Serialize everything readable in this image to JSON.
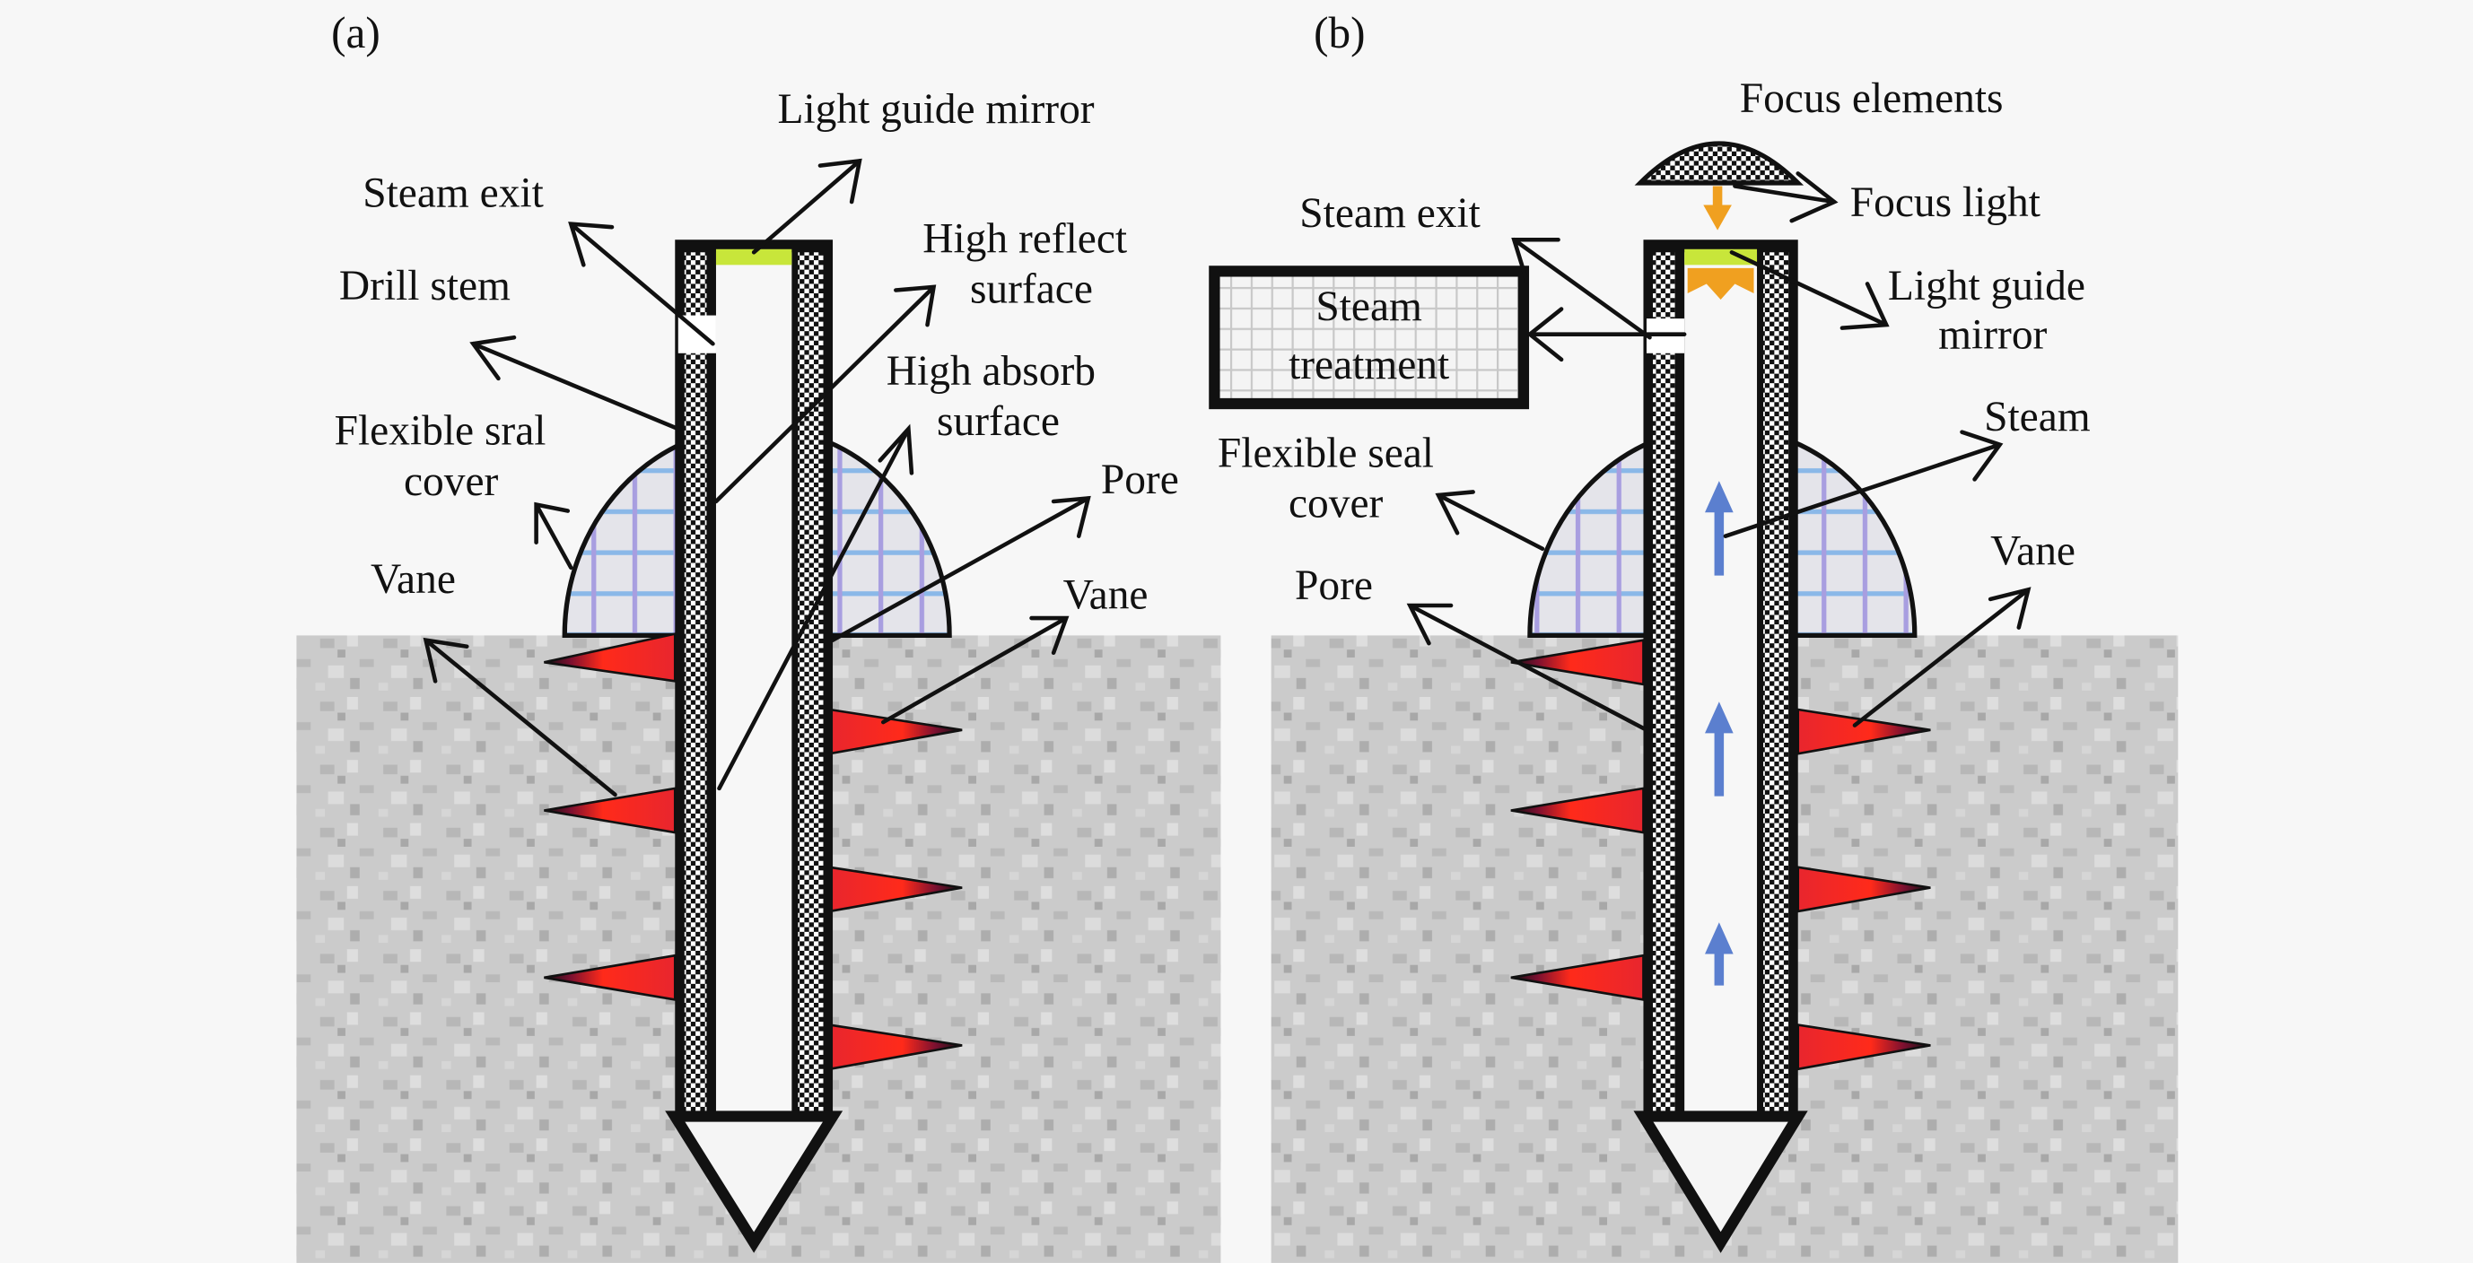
{
  "figure": {
    "panels": [
      {
        "id": "a",
        "label": "(a)",
        "labels": {
          "light_guide_mirror": "Light guide mirror",
          "steam_exit": "Steam exit",
          "high_reflect_1": "High reflect",
          "high_reflect_2": "surface",
          "drill_stem": "Drill stem",
          "high_absorb_1": "High absorb",
          "high_absorb_2": "surface",
          "flexible_cover_1": "Flexible sral",
          "flexible_cover_2": "cover",
          "pore": "Pore",
          "vane_left": "Vane",
          "vane_right": "Vane"
        }
      },
      {
        "id": "b",
        "label": "(b)",
        "labels": {
          "focus_elements": "Focus elements",
          "focus_light": "Focus light",
          "steam_exit": "Steam exit",
          "steam_treatment_1": "Steam",
          "steam_treatment_2": "treatment",
          "light_guide_1": "Light guide",
          "light_guide_2": "mirror",
          "steam": "Steam",
          "flexible_cover_1": "Flexible seal",
          "flexible_cover_2": "cover",
          "vane": "Vane",
          "pore": "Pore"
        }
      }
    ],
    "colors": {
      "background": "#f7f7f7",
      "soil": "#c9c9c9",
      "vane": "#e8262e",
      "mirror": "#c8e63a",
      "focus_light": "#f0a020",
      "steam_arrow": "#5b7fcf",
      "cover_fill": "#e2e2ea",
      "cover_grid_blue": "#8ab8e8",
      "cover_grid_purple": "#a89ee0"
    }
  }
}
